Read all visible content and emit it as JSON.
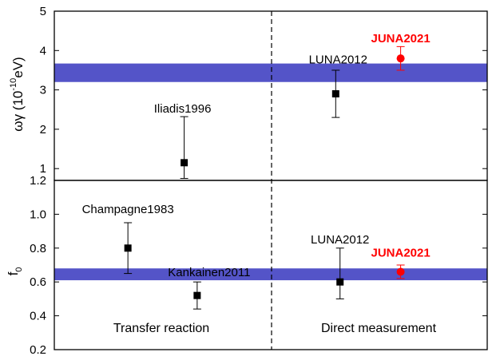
{
  "chart_data": [
    {
      "type": "scatter",
      "ylabel_main": "ωγ (10",
      "ylabel_exp": "-10",
      "ylabel_unit": "eV)",
      "ylim": [
        0.7,
        5
      ],
      "yticks": [
        "1",
        "2",
        "3",
        "4",
        "5"
      ],
      "band": {
        "low": 3.2,
        "high": 3.67,
        "color": "#5454c8"
      },
      "points": [
        {
          "label": "Iliadis1996",
          "x": 0.3,
          "y": 1.15,
          "err_low": 0.75,
          "err_high": 2.32,
          "color": "#000000",
          "marker": "square"
        },
        {
          "label": "LUNA2012",
          "x": 0.65,
          "y": 2.9,
          "err_low": 2.3,
          "err_high": 3.5,
          "color": "#000000",
          "marker": "square"
        },
        {
          "label": "JUNA2021",
          "x": 0.8,
          "y": 3.8,
          "err_low": 3.5,
          "err_high": 4.1,
          "color": "#ff0000",
          "marker": "circle"
        }
      ]
    },
    {
      "type": "scatter",
      "ylabel_main": "f",
      "ylabel_sub": "0",
      "ylim": [
        0.2,
        1.2
      ],
      "yticks": [
        "0.2",
        "0.4",
        "0.6",
        "0.8",
        "1.0",
        "1.2"
      ],
      "band": {
        "low": 0.61,
        "high": 0.68,
        "color": "#5454c8"
      },
      "points": [
        {
          "label": "Champagne1983",
          "x": 0.17,
          "y": 0.8,
          "err_low": 0.65,
          "err_high": 0.95,
          "color": "#000000",
          "marker": "square"
        },
        {
          "label": "Kankainen2011",
          "x": 0.33,
          "y": 0.52,
          "err_low": 0.44,
          "err_high": 0.6,
          "color": "#000000",
          "marker": "square"
        },
        {
          "label": "LUNA2012",
          "x": 0.66,
          "y": 0.6,
          "err_low": 0.5,
          "err_high": 0.8,
          "color": "#000000",
          "marker": "square"
        },
        {
          "label": "JUNA2021",
          "x": 0.8,
          "y": 0.66,
          "err_low": 0.62,
          "err_high": 0.7,
          "color": "#ff0000",
          "marker": "circle"
        }
      ],
      "regions": [
        "Transfer reaction",
        "Direct measurement"
      ]
    }
  ]
}
